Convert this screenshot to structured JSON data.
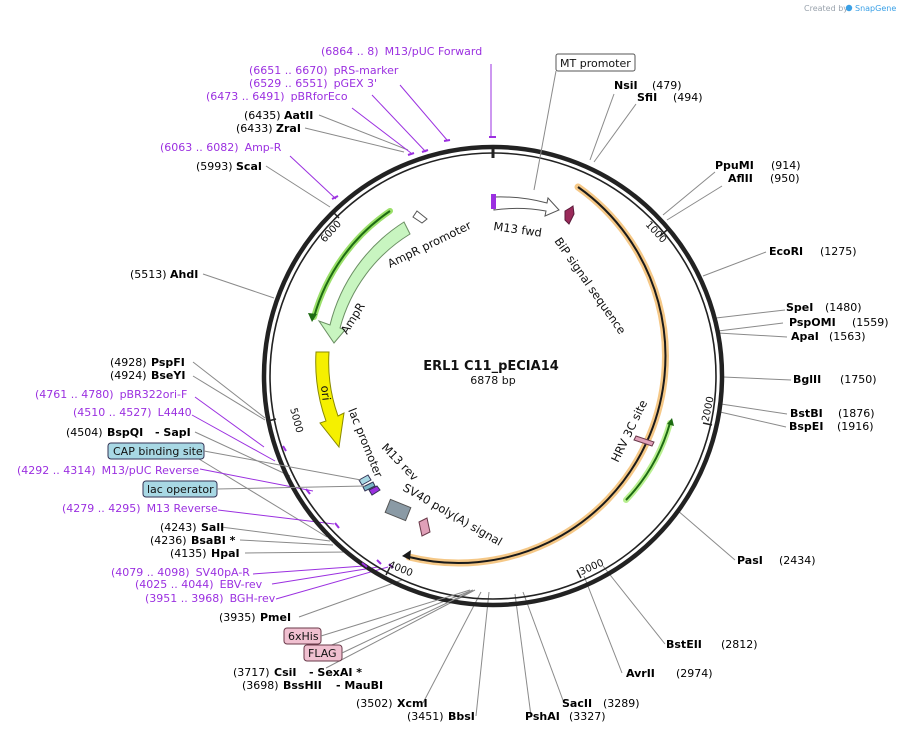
{
  "credit": {
    "prefix": "Created by",
    "brand": "SnapGene"
  },
  "map": {
    "name": "ERL1 C11_pECIA14",
    "length_text": "6878 bp"
  },
  "tick_labels": [
    "1000",
    "2000",
    "3000",
    "4000",
    "5000",
    "6000"
  ],
  "features": {
    "mt_promoter": "MT promoter",
    "m13_fwd": "M13 fwd",
    "bip": "BiP signal sequence",
    "ampr_promoter": "AmpR promoter",
    "ampr": "AmpR",
    "ori": "ori",
    "lac_promoter": "lac promoter",
    "m13_rev": "M13 rev",
    "sv40": "SV40 poly(A) signal",
    "hrv": "HRV 3C site",
    "cap": "CAP binding site",
    "lac_operator": "lac operator",
    "sixhis": "6xHis",
    "flag": "FLAG"
  },
  "sites_left": [
    {
      "pos": "(6435)",
      "name": "AatII",
      "extra": ""
    },
    {
      "pos": "(6433)",
      "name": "ZraI",
      "extra": ""
    },
    {
      "pos": "(5993)",
      "name": "ScaI",
      "extra": ""
    },
    {
      "pos": "(5513)",
      "name": "AhdI",
      "extra": ""
    },
    {
      "pos": "(4928)",
      "name": "PspFI",
      "extra": ""
    },
    {
      "pos": "(4924)",
      "name": "BseYI",
      "extra": ""
    },
    {
      "pos": "(4504)",
      "name": "BspQI",
      "extra": "- SapI"
    },
    {
      "pos": "(4243)",
      "name": "SalI",
      "extra": ""
    },
    {
      "pos": "(4236)",
      "name": "BsaBI *",
      "extra": ""
    },
    {
      "pos": "(4135)",
      "name": "HpaI",
      "extra": ""
    },
    {
      "pos": "(3935)",
      "name": "PmeI",
      "extra": ""
    },
    {
      "pos": "(3717)",
      "name": "CsiI",
      "extra": "- SexAI *"
    },
    {
      "pos": "(3698)",
      "name": "BssHII",
      "extra": "- MauBI"
    },
    {
      "pos": "(3502)",
      "name": "XcmI",
      "extra": ""
    },
    {
      "pos": "(3451)",
      "name": "BbsI",
      "extra": ""
    }
  ],
  "sites_right": [
    {
      "name": "NsiI",
      "pos": "(479)"
    },
    {
      "name": "SfiI",
      "pos": "(494)"
    },
    {
      "name": "PpuMI",
      "pos": "(914)"
    },
    {
      "name": "AflII",
      "pos": "(950)"
    },
    {
      "name": "EcoRI",
      "pos": "(1275)"
    },
    {
      "name": "SpeI",
      "pos": "(1480)"
    },
    {
      "name": "PspOMI",
      "pos": "(1559)"
    },
    {
      "name": "ApaI",
      "pos": "(1563)"
    },
    {
      "name": "BglII",
      "pos": "(1750)"
    },
    {
      "name": "BstBI",
      "pos": "(1876)"
    },
    {
      "name": "BspEI",
      "pos": "(1916)"
    },
    {
      "name": "PasI",
      "pos": "(2434)"
    },
    {
      "name": "BstEII",
      "pos": "(2812)"
    },
    {
      "name": "AvrII",
      "pos": "(2974)"
    },
    {
      "name": "SacII",
      "pos": "(3289)"
    },
    {
      "name": "PshAI",
      "pos": "(3327)"
    }
  ],
  "primers": [
    {
      "range": "(6864 .. 8)",
      "name": "M13/pUC Forward"
    },
    {
      "range": "(6651 .. 6670)",
      "name": "pRS-marker"
    },
    {
      "range": "(6529 .. 6551)",
      "name": "pGEX 3'"
    },
    {
      "range": "(6473 .. 6491)",
      "name": "pBRforEco"
    },
    {
      "range": "(6063 .. 6082)",
      "name": "Amp-R"
    },
    {
      "range": "(4761 .. 4780)",
      "name": "pBR322ori-F"
    },
    {
      "range": "(4510 .. 4527)",
      "name": "L4440"
    },
    {
      "range": "(4292 .. 4314)",
      "name": "M13/pUC Reverse"
    },
    {
      "range": "(4279 .. 4295)",
      "name": "M13 Reverse"
    },
    {
      "range": "(4079 .. 4098)",
      "name": "SV40pA-R"
    },
    {
      "range": "(4025 .. 4044)",
      "name": "EBV-rev"
    },
    {
      "range": "(3951 .. 3968)",
      "name": "BGH-rev"
    }
  ],
  "colors": {
    "backbone": "#222222",
    "enzyme_line": "#8a8a8a",
    "primer": "#9b30e0",
    "ampr_fill": "#c8f5c0",
    "ampr_glow": "#9be06a",
    "ori_fill": "#f5f000",
    "orf_glow": "#f4c27a",
    "orf_line": "#1d6b12",
    "bip_fill": "#9a2a5a",
    "hrv_fill": "#e0a0b8",
    "cap_fill": "#a8d8e4",
    "tag_fill": "#f0c0d0",
    "sv40_fill": "#8a9aa5"
  }
}
